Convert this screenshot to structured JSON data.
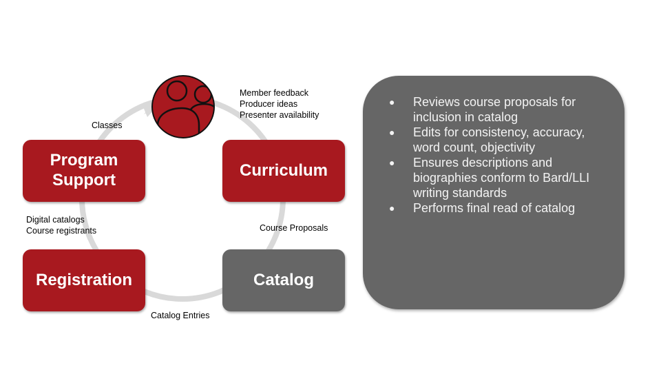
{
  "diagram": {
    "hub": {
      "icon": "people-group-icon",
      "color": "#a8191f"
    },
    "hub_inputs": [
      "Member feedback",
      "Producer ideas",
      "Presenter availability"
    ],
    "nodes": [
      {
        "id": "program-support",
        "label_line1": "Program",
        "label_line2": "Support",
        "color": "#a8191f"
      },
      {
        "id": "curriculum",
        "label": "Curriculum",
        "color": "#a8191f"
      },
      {
        "id": "registration",
        "label": "Registration",
        "color": "#a8191f"
      },
      {
        "id": "catalog",
        "label": "Catalog",
        "color": "#666666"
      }
    ],
    "flows": {
      "classes": "Classes",
      "course_proposals": "Course Proposals",
      "catalog_entries": "Catalog Entries",
      "digital_catalogs": "Digital catalogs",
      "course_registrants": "Course registrants"
    },
    "ring_color": "#d9d9d9"
  },
  "panel": {
    "color": "#666666",
    "bullet_glyph": "●",
    "items": [
      {
        "line1": "Reviews course proposals for",
        "line2": "inclusion in catalog"
      },
      {
        "line1": "Edits for consistency, accuracy,",
        "line2": "word count, objectivity"
      },
      {
        "line1": "Ensures descriptions and",
        "line2": "biographies conform to Bard/LLI",
        "line3": "writing standards"
      },
      {
        "line1": "Performs final read of catalog"
      }
    ]
  }
}
